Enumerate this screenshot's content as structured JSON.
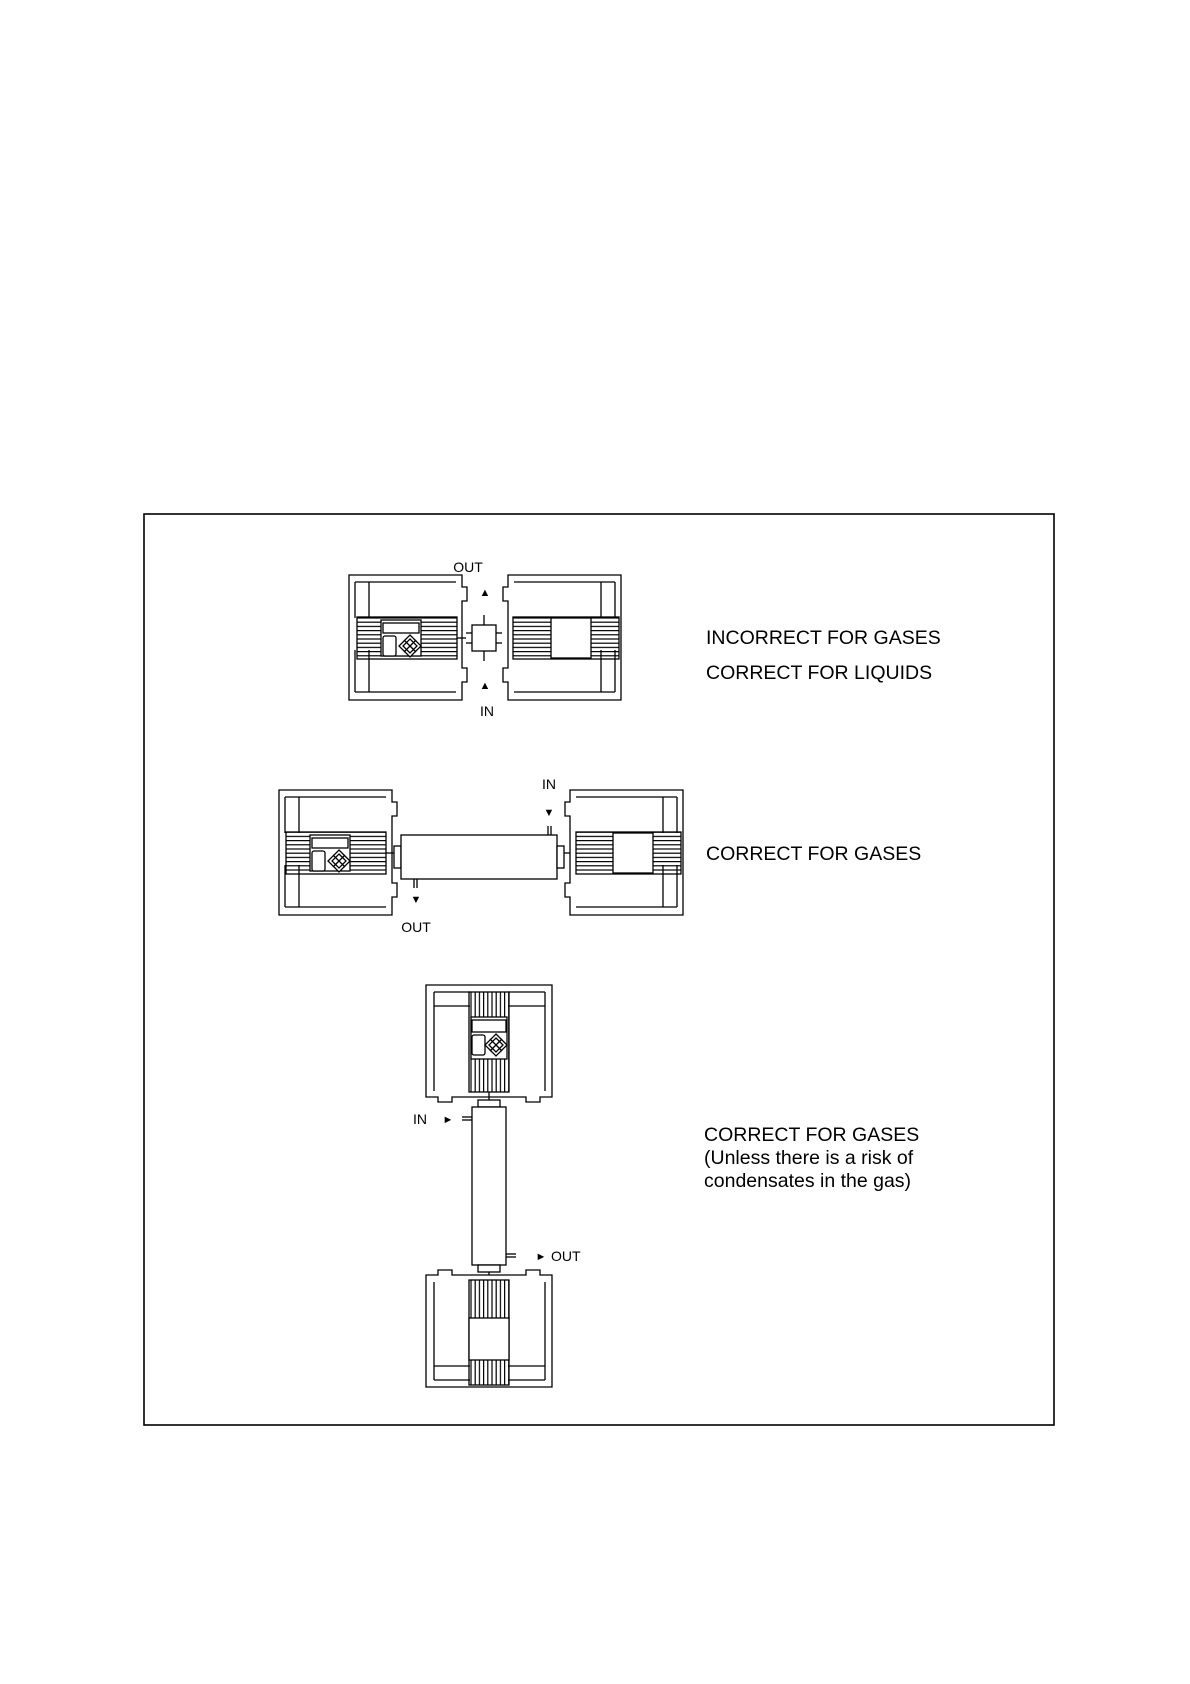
{
  "diagrams": [
    {
      "id": "horizontal-short",
      "captions": [
        "INCORRECT FOR GASES",
        "CORRECT FOR LIQUIDS"
      ],
      "in_label": "IN",
      "out_label": "OUT"
    },
    {
      "id": "horizontal-long",
      "captions": [
        "CORRECT FOR GASES"
      ],
      "in_label": "IN",
      "out_label": "OUT"
    },
    {
      "id": "vertical",
      "captions": [
        "CORRECT FOR GASES",
        "(Unless there is a risk of",
        "condensates in the gas)"
      ],
      "in_label": "IN",
      "out_label": "OUT"
    }
  ],
  "colors": {
    "ink": "#000000",
    "background": "#ffffff"
  }
}
